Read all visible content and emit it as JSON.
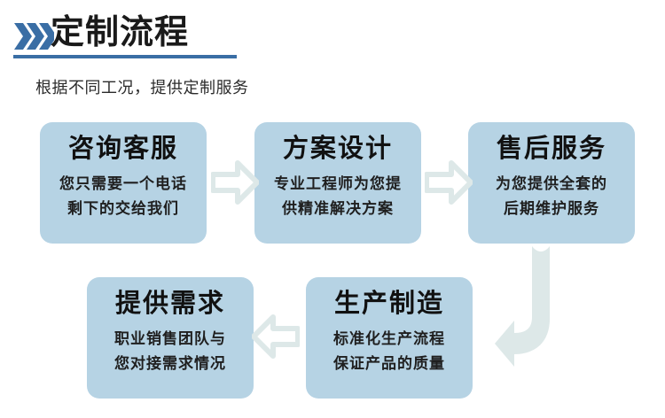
{
  "header": {
    "chevron_icon": "triple-chevron-right",
    "title": "定制流程",
    "accent_color": "#3a6ea5",
    "underline_color": "#3a6ea5"
  },
  "subtitle": "根据不同工况，提供定制服务",
  "theme": {
    "box_fill": "#b6d3e4",
    "arrow_fill": "#dde8e8",
    "title_text_color": "#111111",
    "page_background": "#ffffff"
  },
  "flow": {
    "boxes": [
      {
        "id": "consult",
        "title": "咨询客服",
        "desc_line1": "您只需要一个电话",
        "desc_line2": "剩下的交给我们"
      },
      {
        "id": "design",
        "title": "方案设计",
        "desc_line1": "专业工程师为您提",
        "desc_line2": "供精准解决方案"
      },
      {
        "id": "after-sales",
        "title": "售后服务",
        "desc_line1": "为您提供全套的",
        "desc_line2": "后期维护服务"
      },
      {
        "id": "requirement",
        "title": "提供需求",
        "desc_line1": "职业销售团队与",
        "desc_line2": "您对接需求情况"
      },
      {
        "id": "manufacture",
        "title": "生产制造",
        "desc_line1": "标准化生产流程",
        "desc_line2": "保证产品的质量"
      }
    ],
    "connectors": [
      {
        "id": "consult-to-design",
        "icon": "arrow-right-icon"
      },
      {
        "id": "design-to-after-sales",
        "icon": "arrow-right-icon"
      },
      {
        "id": "after-sales-to-requirement",
        "icon": "arrow-uturn-down-left-icon"
      },
      {
        "id": "manufacture-to-requirement",
        "icon": "arrow-left-icon"
      }
    ]
  }
}
